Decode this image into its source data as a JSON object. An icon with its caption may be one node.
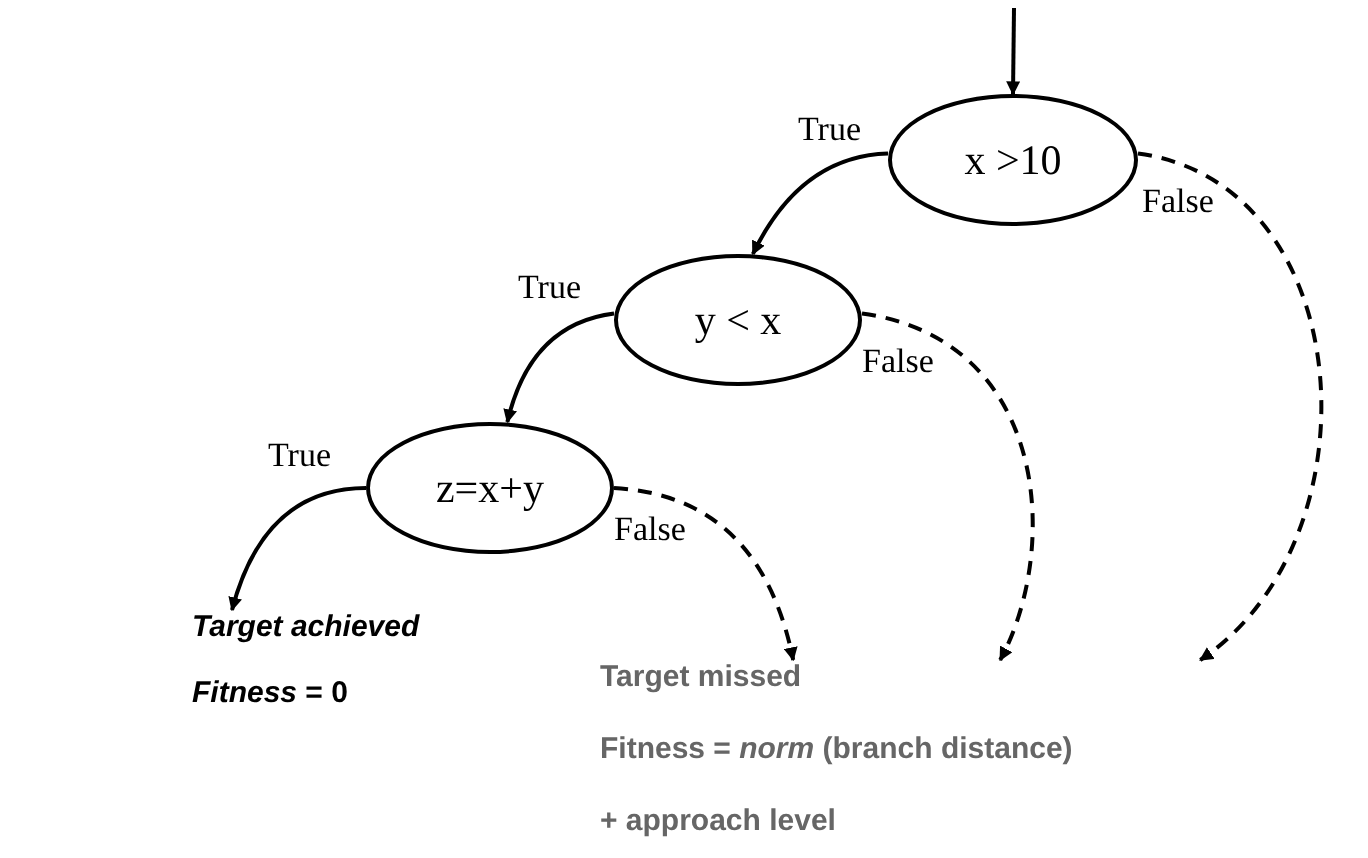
{
  "diagram": {
    "nodes": [
      {
        "text": [
          "x >10"
        ]
      },
      {
        "text": [
          "y < x"
        ]
      },
      {
        "text": [
          "z=x+y"
        ]
      },
      {
        "text": [
          "Target achieved",
          "*Fitness* = 0"
        ]
      },
      {
        "text": [
          "Target missed",
          "Fitness = *norm* (branch distance)",
          "+ approach level"
        ]
      }
    ],
    "edges": [
      {
        "from": null,
        "to": 0,
        "arrow": "to"
      },
      {
        "from": 0,
        "to": 1,
        "arrow": "to",
        "label": "True"
      },
      {
        "from": 1,
        "to": 2,
        "arrow": "to",
        "label": "True"
      },
      {
        "from": 2,
        "to": 3,
        "arrow": "to",
        "label": "True"
      },
      {
        "from": 2,
        "to": 4,
        "arrow": "to",
        "label": "False",
        "style": "dashed"
      },
      {
        "from": 1,
        "to": 4,
        "arrow": "to",
        "label": "False",
        "style": "dashed"
      },
      {
        "from": 0,
        "to": 4,
        "arrow": "to",
        "label": "False",
        "style": "dashed"
      }
    ]
  }
}
